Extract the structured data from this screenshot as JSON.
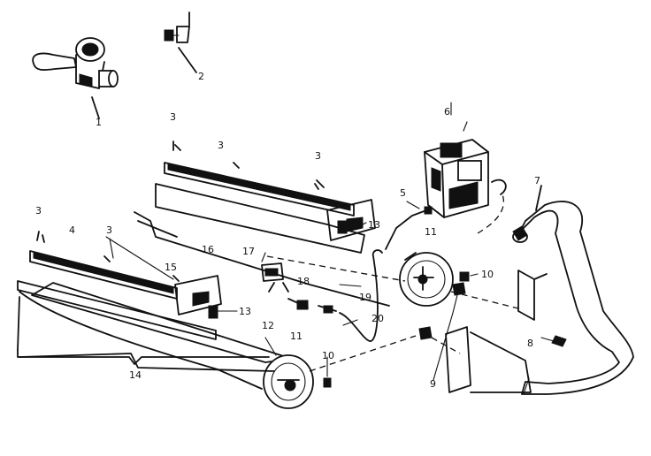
{
  "callouts": {
    "c1": "1",
    "c2": "2",
    "c3a": "3",
    "c3b": "3",
    "c3c": "3",
    "c3d": "3",
    "c3e": "3",
    "c4": "4",
    "c5": "5",
    "c6": "6",
    "c7": "7",
    "c8": "8",
    "c9": "9",
    "c10a": "10",
    "c10b": "10",
    "c11a": "11",
    "c11b": "11",
    "c12": "12",
    "c13a": "13",
    "c13b": "13",
    "c14": "14",
    "c15": "15",
    "c16": "16",
    "c17": "17",
    "c18": "18",
    "c19": "19",
    "c20": "20"
  }
}
